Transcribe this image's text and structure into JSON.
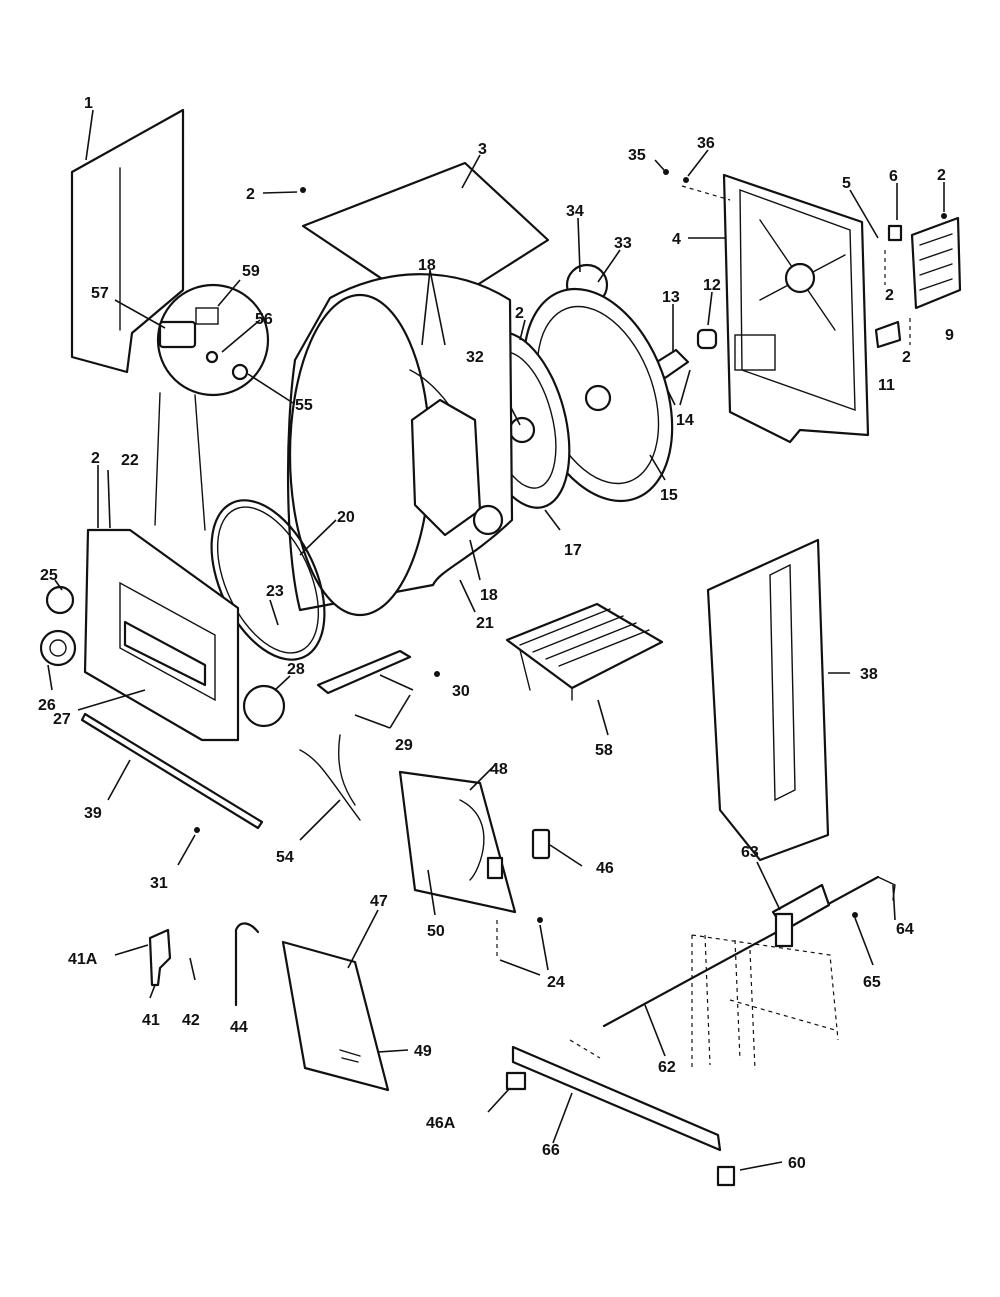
{
  "callouts": {
    "c1": "1",
    "c2a": "2",
    "c3": "3",
    "c35": "35",
    "c36": "36",
    "c4": "4",
    "c5": "5",
    "c6": "6",
    "c2b": "2",
    "c9": "9",
    "c34": "34",
    "c33": "33",
    "c2c": "2",
    "c2d": "2",
    "c11": "11",
    "c13": "13",
    "c12": "12",
    "c14": "14",
    "c15": "15",
    "c59": "59",
    "c57": "57",
    "c56": "56",
    "c55": "55",
    "c32": "32",
    "c2e": "2",
    "c18a": "18",
    "c18b": "18",
    "c17": "17",
    "c2f": "2",
    "c22": "22",
    "c20": "20",
    "c21": "21",
    "c25": "25",
    "c26": "26",
    "c23": "23",
    "c28": "28",
    "c27": "27",
    "c30": "30",
    "c29": "29",
    "c58": "58",
    "c38": "38",
    "c39": "39",
    "c31": "31",
    "c54": "54",
    "c48": "48",
    "c46": "46",
    "c50": "50",
    "c24": "24",
    "c63": "63",
    "c64": "64",
    "c65": "65",
    "c62": "62",
    "c41A": "41A",
    "c41": "41",
    "c42": "42",
    "c44": "44",
    "c47": "47",
    "c49": "49",
    "c46A": "46A",
    "c66": "66",
    "c60": "60"
  }
}
